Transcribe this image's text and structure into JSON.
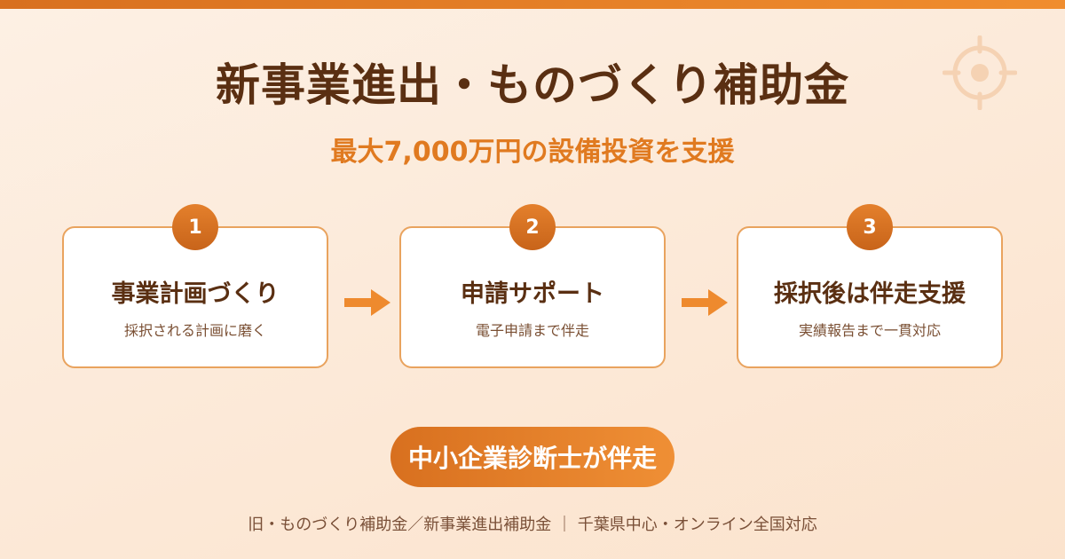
{
  "header": {
    "title": "新事業進出・ものづくり補助金",
    "subtitle": "最大7,000万円の設備投資を支援"
  },
  "steps": [
    {
      "number": "1",
      "title": "事業計画づくり",
      "desc": "採択される計画に磨く"
    },
    {
      "number": "2",
      "title": "申請サポート",
      "desc": "電子申請まで伴走"
    },
    {
      "number": "3",
      "title": "採択後は伴走支援",
      "desc": "実績報告まで一貫対応"
    }
  ],
  "badge": {
    "label": "中小企業診断士が伴走"
  },
  "footer": {
    "text": "旧・ものづくり補助金／新事業進出補助金 ｜ 千葉県中心・オンライン全国対応"
  },
  "icons": {
    "decor": "target-icon",
    "step_arrow": "arrow-right-icon"
  },
  "colors": {
    "accent": "#e07a20",
    "dark_text": "#5a2f12",
    "card_border": "#e9a35e"
  }
}
